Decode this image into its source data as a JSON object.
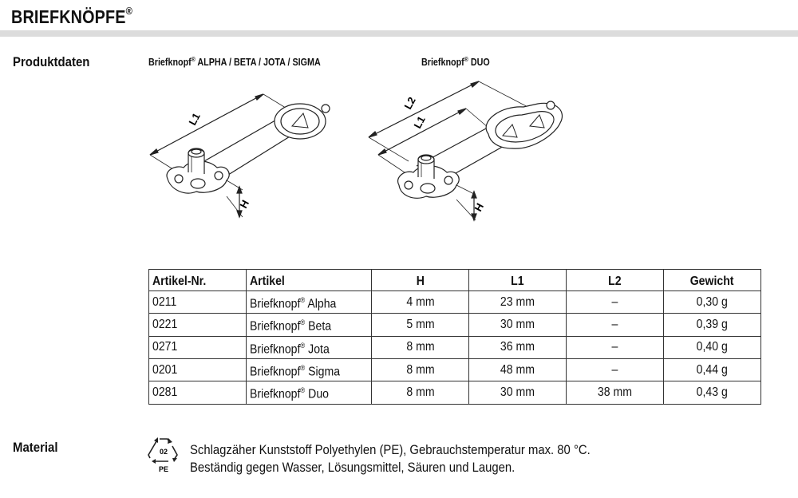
{
  "header": {
    "title": "BRIEFKNÖPFE",
    "title_mark": "®"
  },
  "sections": {
    "produktdaten": "Produktdaten",
    "material": "Material"
  },
  "figures": {
    "left": {
      "caption_a": "Briefknopf",
      "caption_mark": "®",
      "caption_b": " ALPHA / BETA / JOTA / SIGMA",
      "dim_l1": "L1",
      "dim_h": "H"
    },
    "right": {
      "caption_a": "Briefknopf",
      "caption_mark": "®",
      "caption_b": " DUO",
      "dim_l1": "L1",
      "dim_l2": "L2",
      "dim_h": "H"
    }
  },
  "table": {
    "headers": [
      "Artikel-Nr.",
      "Artikel",
      "H",
      "L1",
      "L2",
      "Gewicht"
    ],
    "rows": [
      {
        "nr": "0211",
        "artikel_a": "Briefknopf",
        "mark": "®",
        "artikel_b": " Alpha",
        "h": "4 mm",
        "l1": "23 mm",
        "l2": "–",
        "gewicht": "0,30 g"
      },
      {
        "nr": "0221",
        "artikel_a": "Briefknopf",
        "mark": "®",
        "artikel_b": " Beta",
        "h": "5 mm",
        "l1": "30 mm",
        "l2": "–",
        "gewicht": "0,39 g"
      },
      {
        "nr": "0271",
        "artikel_a": "Briefknopf",
        "mark": "®",
        "artikel_b": " Jota",
        "h": "8 mm",
        "l1": "36 mm",
        "l2": "–",
        "gewicht": "0,40 g"
      },
      {
        "nr": "0201",
        "artikel_a": "Briefknopf",
        "mark": "®",
        "artikel_b": " Sigma",
        "h": "8 mm",
        "l1": "48 mm",
        "l2": "–",
        "gewicht": "0,44 g"
      },
      {
        "nr": "0281",
        "artikel_a": "Briefknopf",
        "mark": "®",
        "artikel_b": " Duo",
        "h": "8 mm",
        "l1": "30 mm",
        "l2": "38 mm",
        "gewicht": "0,43 g"
      }
    ]
  },
  "material": {
    "recycling_code": "02",
    "recycling_abbr": "PE",
    "line1": "Schlagzäher Kunststoff Polyethylen (PE), Gebrauchstemperatur max. 80 °C.",
    "line2": "Beständig gegen Wasser, Lösungsmittel, Säuren und Laugen."
  }
}
